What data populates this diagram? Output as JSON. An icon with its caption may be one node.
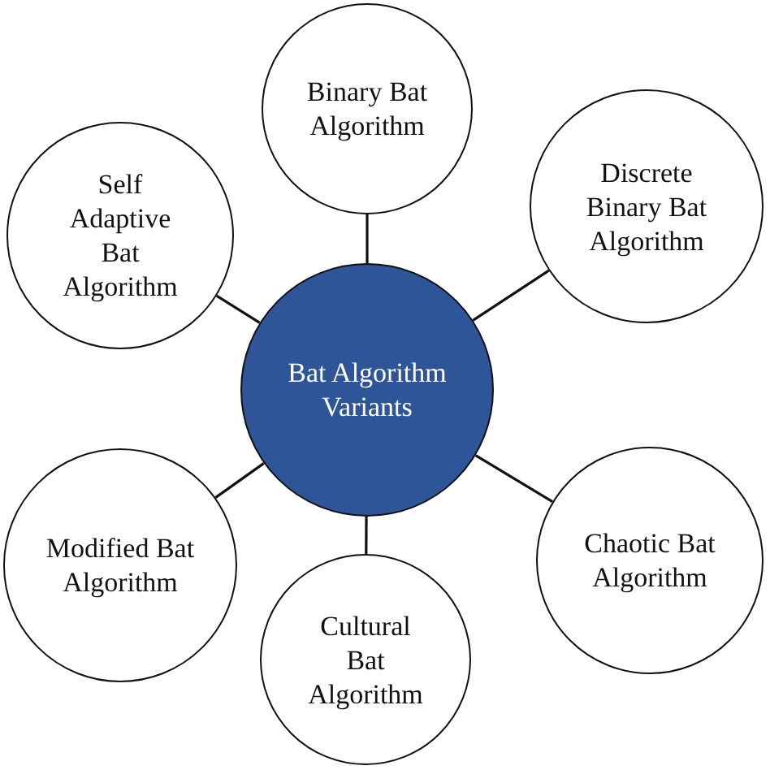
{
  "diagram": {
    "nodes": [
      {
        "text": [
          "Bat Algorithm Variants"
        ]
      },
      {
        "text": [
          "Binary Bat Algorithm"
        ]
      },
      {
        "text": [
          "Self Adaptive Bat Algorithm"
        ]
      },
      {
        "text": [
          "Discrete Binary Bat Algorithm"
        ]
      },
      {
        "text": [
          "Modified Bat Algorithm"
        ]
      },
      {
        "text": [
          "Chaotic Bat Algorithm"
        ]
      },
      {
        "text": [
          "Cultural Bat Algorithm"
        ]
      }
    ],
    "edges": [
      {
        "from": 0,
        "to": 1,
        "arrow": "none"
      },
      {
        "from": 0,
        "to": 2,
        "arrow": "none"
      },
      {
        "from": 0,
        "to": 3,
        "arrow": "none"
      },
      {
        "from": 0,
        "to": 4,
        "arrow": "none"
      },
      {
        "from": 0,
        "to": 5,
        "arrow": "none"
      },
      {
        "from": 0,
        "to": 6,
        "arrow": "none"
      }
    ]
  }
}
